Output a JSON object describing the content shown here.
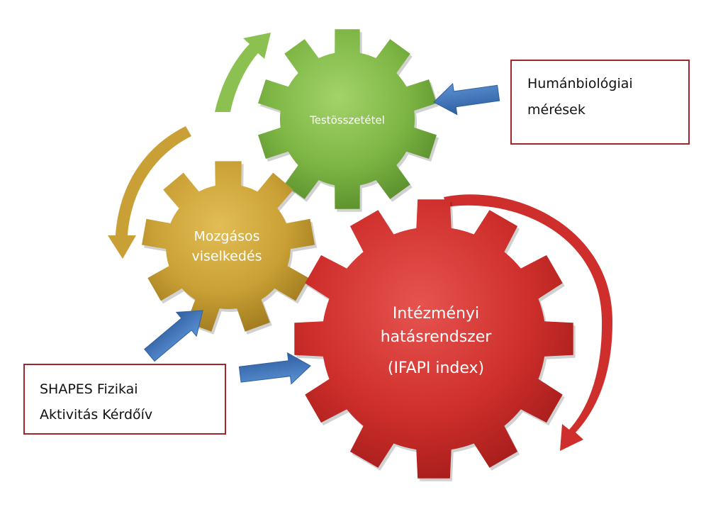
{
  "gears": {
    "green": {
      "label": "Testösszetétel",
      "color": "#7db544"
    },
    "yellow": {
      "line1": "Mozgásos",
      "line2": "viselkedés",
      "color": "#c9a035"
    },
    "red": {
      "line1": "Intézményi",
      "line2": "hatásrendszer",
      "line3": "(IFAPI index)",
      "color": "#cf2f2c"
    }
  },
  "boxes": {
    "top_right": {
      "line1": "Humánbiológiai",
      "line2": "mérések",
      "border_color": "#a0272b"
    },
    "bottom_left": {
      "line1": "SHAPES Fizikai",
      "line2": "Aktivitás Kérdőív",
      "border_color": "#a0272b"
    }
  },
  "colors": {
    "blue_arrow": "#3c74bb",
    "green_arrow": "#8cc152",
    "yellow_arrow": "#c9a035",
    "red_arrow": "#cf2f2c"
  }
}
